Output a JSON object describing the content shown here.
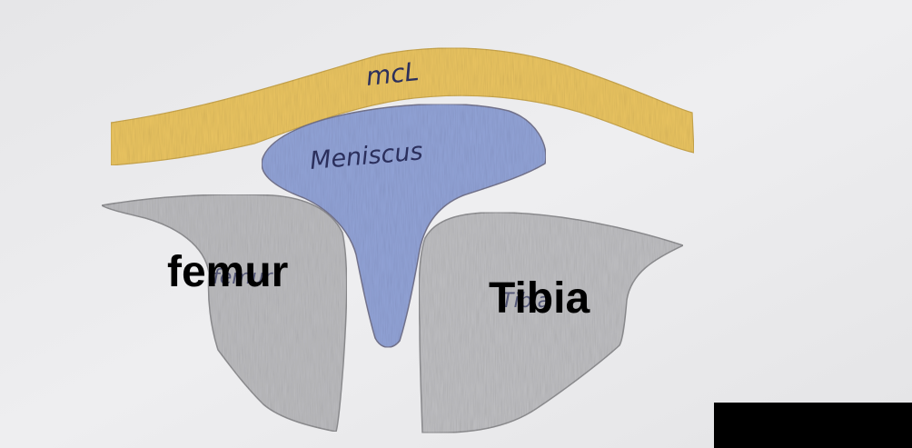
{
  "diagram": {
    "labels": {
      "mcl": "mcL",
      "meniscus": "Meniscus",
      "femur_handwritten": "femur",
      "tibia_handwritten": "Tibia",
      "femur": "femur",
      "tibia": "Tibia"
    },
    "colors": {
      "paper": "#ebebed",
      "mcl": "#eac25a",
      "meniscus": "#8d9fd6",
      "bone": "#b9b9bc",
      "pencil": "#777777",
      "ink": "#2b2f5c",
      "label": "#000000",
      "redaction": "#000000"
    }
  }
}
